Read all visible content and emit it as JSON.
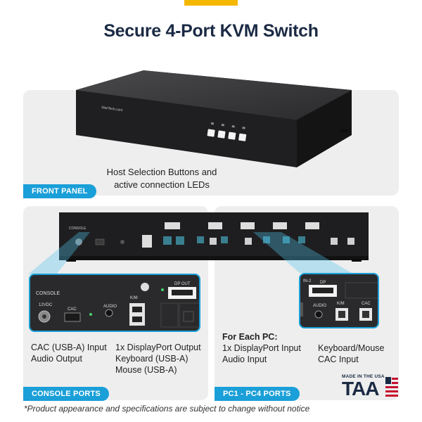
{
  "title": "Secure 4-Port KVM Switch",
  "front_panel": {
    "tag": "FRONT PANEL",
    "caption_line1": "Host Selection Buttons and",
    "caption_line2": "active connection LEDs"
  },
  "console": {
    "tag": "CONSOLE PORTS",
    "zoom_labels": {
      "console": "CONSOLE",
      "dc": "12VDC",
      "cac": "CAC",
      "audio": "AUDIO",
      "km": "K/M",
      "dp_out": "DP OUT"
    },
    "col1": [
      "CAC (USB-A) Input",
      "Audio Output"
    ],
    "col2": [
      "1x DisplayPort Output",
      "Keyboard (USB-A)",
      "Mouse (USB-A)"
    ]
  },
  "pc": {
    "tag": "PC1 - PC4 PORTS",
    "zoom_labels": {
      "in2": "IN-2",
      "dp": "DP",
      "audio": "AUDIO",
      "km": "K/M",
      "cac": "CAC"
    },
    "heading": "For Each PC:",
    "col1": [
      "1x DisplayPort Input",
      "Audio Input"
    ],
    "col2": [
      "Keyboard/Mouse",
      "CAC Input"
    ]
  },
  "badge": {
    "small": "MADE IN THE USA",
    "big": "TAA"
  },
  "footer": "*Product appearance and specifications are subject to change without notice",
  "colors": {
    "accent": "#1a9fd8",
    "title": "#1b2a44",
    "yellow": "#f5b800",
    "card": "#eeeeee"
  }
}
